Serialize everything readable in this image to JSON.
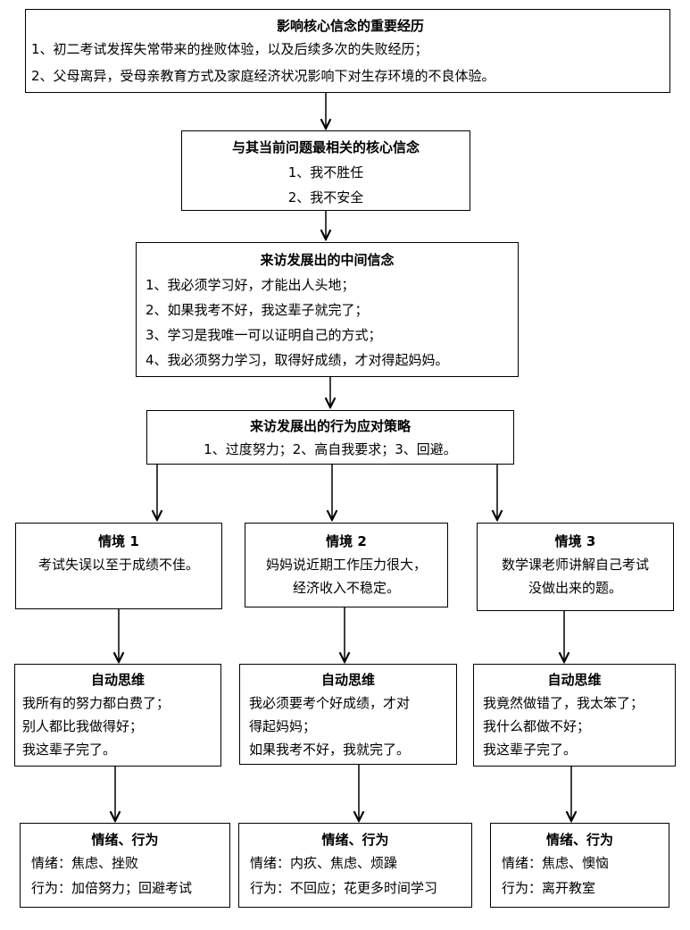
{
  "experience": {
    "title": "影响核心信念的重要经历",
    "lines": [
      "1、初二考试发挥失常带来的挫败体验，以及后续多次的失败经历；",
      "2、父母离异，受母亲教育方式及家庭经济状况影响下对生存环境的不良体验。"
    ]
  },
  "core_beliefs": {
    "title": "与其当前问题最相关的核心信念",
    "lines": [
      "1、我不胜任",
      "2、我不安全"
    ]
  },
  "intermediate_beliefs": {
    "title": "来访发展出的中间信念",
    "lines": [
      "1、我必须学习好，才能出人头地；",
      "2、如果我考不好，我这辈子就完了；",
      "3、学习是我唯一可以证明自己的方式；",
      "4、我必须努力学习，取得好成绩，才对得起妈妈。"
    ]
  },
  "strategies": {
    "title": "来访发展出的行为应对策略",
    "line": "1、过度努力；2、高自我要求；3、回避。"
  },
  "situations": [
    {
      "title": "情境 1",
      "lines": [
        "考试失误以至于成绩不佳。"
      ]
    },
    {
      "title": "情境 2",
      "lines": [
        "妈妈说近期工作压力很大，",
        "经济收入不稳定。"
      ]
    },
    {
      "title": "情境 3",
      "lines": [
        "数学课老师讲解自己考试",
        "没做出来的题。"
      ]
    }
  ],
  "thoughts": [
    {
      "title": "自动思维",
      "lines": [
        "我所有的努力都白费了；",
        "别人都比我做得好；",
        "我这辈子完了。"
      ]
    },
    {
      "title": "自动思维",
      "lines": [
        "我必须要考个好成绩，才对",
        "得起妈妈；",
        "如果我考不好，我就完了。"
      ]
    },
    {
      "title": "自动思维",
      "lines": [
        "我竟然做错了，我太笨了；",
        "我什么都做不好；",
        "我这辈子完了。"
      ]
    }
  ],
  "reactions": [
    {
      "title": "情绪、行为",
      "lines": [
        "情绪：焦虑、挫败",
        "行为：加倍努力；回避考试"
      ]
    },
    {
      "title": "情绪、行为",
      "lines": [
        "情绪：内疚、焦虑、烦躁",
        "行为：不回应；花更多时间学习"
      ]
    },
    {
      "title": "情绪、行为",
      "lines": [
        "情绪：焦虑、懊恼",
        "行为：离开教室"
      ]
    }
  ]
}
